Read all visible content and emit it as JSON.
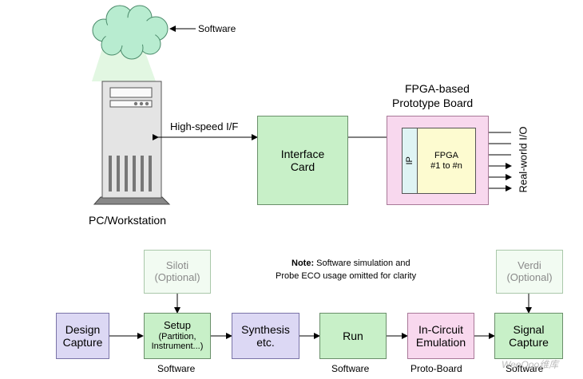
{
  "top": {
    "software_label": "Software",
    "pc_label": "PC/Workstation",
    "link_label": "High-speed I/F",
    "interface_card": [
      "Interface",
      "Card"
    ],
    "board_title": [
      "FPGA-based",
      "Prototype Board"
    ],
    "ip_label": "IP",
    "fpga_label": [
      "FPGA",
      "#1 to #n"
    ],
    "realworld_label": "Real-world I/O"
  },
  "flow": {
    "siloti": [
      "Siloti",
      "(Optional)"
    ],
    "verdi": [
      "Verdi",
      "(Optional)"
    ],
    "note_bold": "Note:",
    "note_text": " Software simulation and",
    "note_line2": "Probe ECO usage omitted for clarity",
    "steps": [
      {
        "line1": "Design",
        "line2": "Capture",
        "caption": ""
      },
      {
        "line1": "Setup",
        "line2": "(Partition,",
        "line3": "Instrument...)",
        "caption": "Software"
      },
      {
        "line1": "Synthesis",
        "line2": "etc.",
        "caption": ""
      },
      {
        "line1": "Run",
        "line2": "",
        "caption": "Software"
      },
      {
        "line1": "In-Circuit",
        "line2": "Emulation",
        "caption": "Proto-Board"
      },
      {
        "line1": "Signal",
        "line2": "Capture",
        "caption": "Software"
      }
    ]
  },
  "colors": {
    "green": "#c8f0c8",
    "purple": "#dcd8f4",
    "pink": "#f8d8ee",
    "yellow": "#fdfbd0",
    "cyan": "#dff4f4",
    "cloud": "#b8ecd0"
  },
  "watermark": "WeeQoo维库"
}
